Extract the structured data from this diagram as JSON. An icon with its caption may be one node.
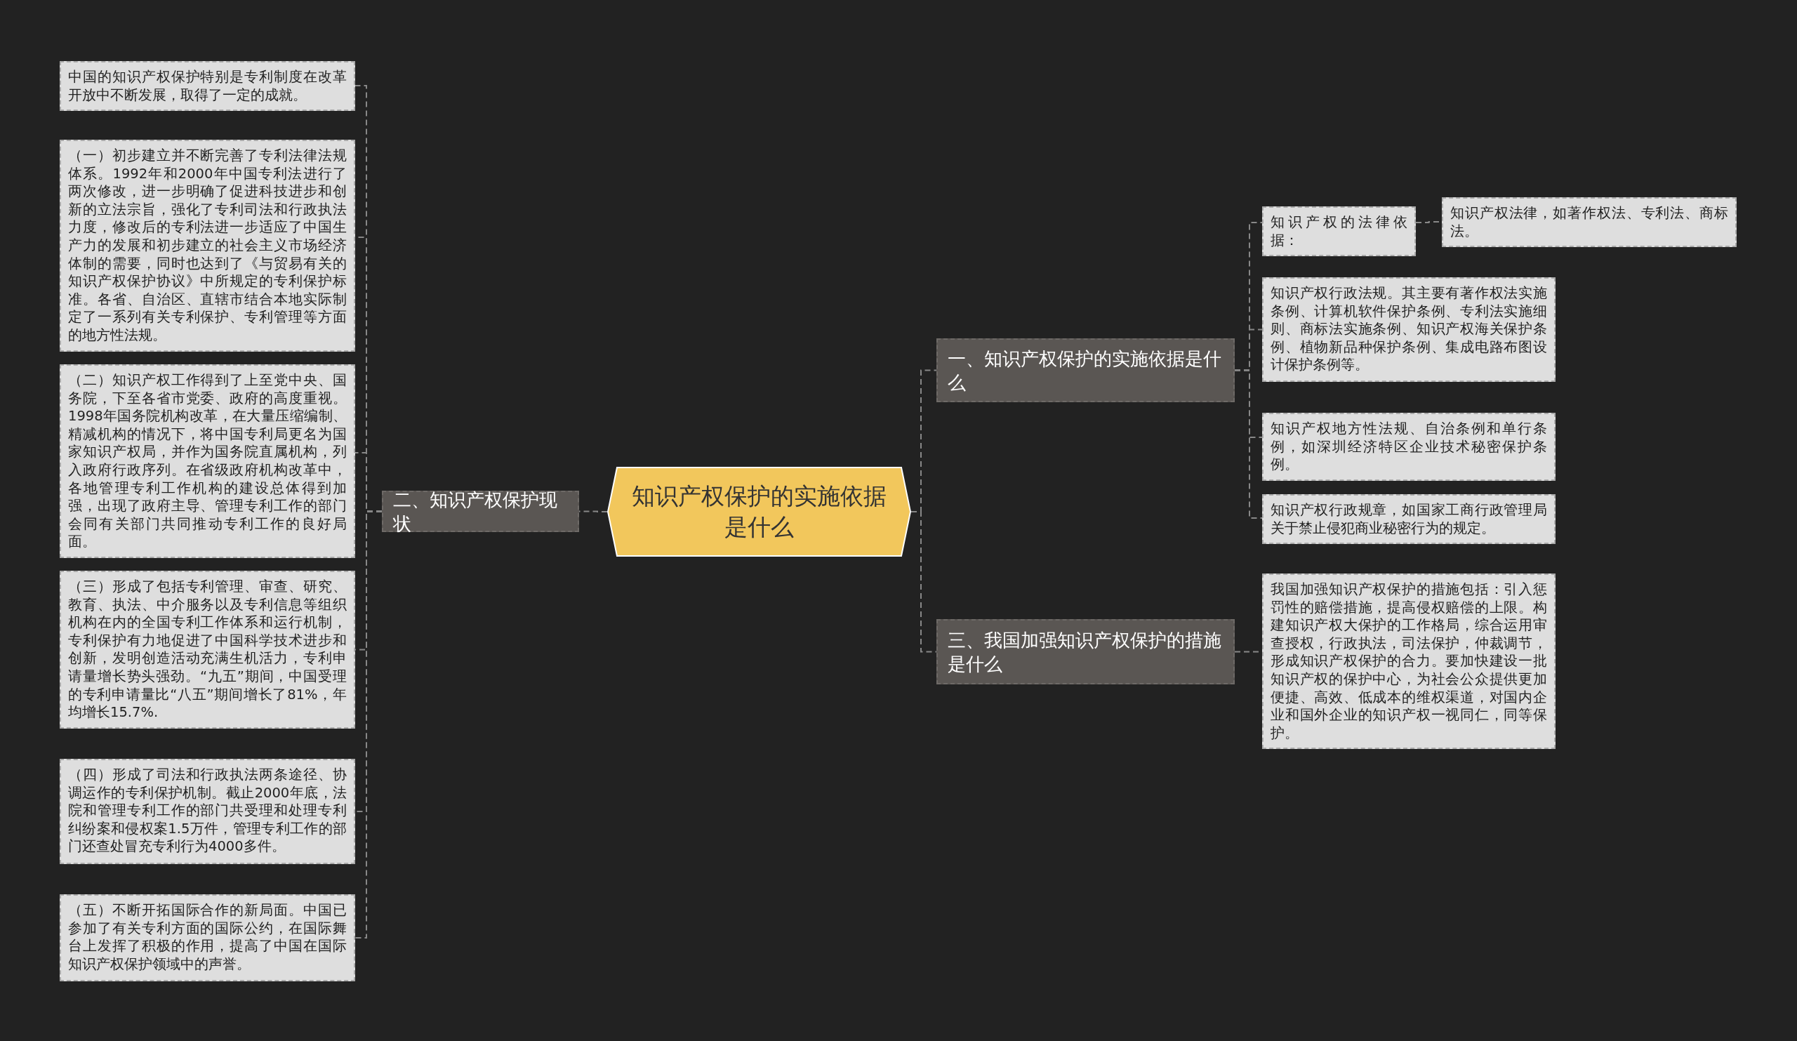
{
  "diagram": {
    "nodes": [
      {
        "text": [
          "知识产权保护的实施依据是什么"
        ]
      },
      {
        "text": [
          "一、知识产权保护的实施依据是什么"
        ]
      },
      {
        "text": [
          "二、知识产权保护现状"
        ]
      },
      {
        "text": [
          "三、我国加强知识产权保护的措施是什么"
        ]
      },
      {
        "text": [
          "知识产权的法律依据："
        ]
      },
      {
        "text": [
          "知识产权法律，如著作权法、专利法、商标法。"
        ]
      },
      {
        "text": [
          "知识产权行政法规。其主要有著作权法实施条例、计算机软件保护条例、专利法实施细则、商标法实施条例、知识产权海关保护条例、植物新品种保护条例、集成电路布图设计保护条例等。"
        ]
      },
      {
        "text": [
          "知识产权地方性法规、自治条例和单行条例，如深圳经济特区企业技术秘密保护条例。"
        ]
      },
      {
        "text": [
          "知识产权行政规章，如国家工商行政管理局关于禁止侵犯商业秘密行为的规定。"
        ]
      },
      {
        "text": [
          "我国加强知识产权保护的措施包括：引入惩罚性的赔偿措施，提高侵权赔偿的上限。构建知识产权大保护的工作格局，综合运用审查授权，行政执法，司法保护，仲裁调节，形成知识产权保护的合力。要加快建设一批知识产权的保护中心，为社会公众提供更加便捷、高效、低成本的维权渠道，对国内企业和国外企业的知识产权一视同仁，同等保护。"
        ]
      },
      {
        "text": [
          "中国的知识产权保护特别是专利制度在改革开放中不断发展，取得了一定的成就。"
        ]
      },
      {
        "text": [
          "（一）初步建立并不断完善了专利法律法规体系。1992年和2000年中国专利法进行了两次修改，进一步明确了促进科技进步和创新的立法宗旨，强化了专利司法和行政执法力度，修改后的专利法进一步适应了中国生产力的发展和初步建立的社会主义市场经济体制的需要，同时也达到了《与贸易有关的知识产权保护协议》中所规定的专利保护标准。各省、自治区、直辖市结合本地实际制定了一系列有关专利保护、专利管理等方面的地方性法规。"
        ]
      },
      {
        "text": [
          "（二）知识产权工作得到了上至党中央、国务院，下至各省市党委、政府的高度重视。1998年国务院机构改革，在大量压缩编制、精减机构的情况下，将中国专利局更名为国家知识产权局，并作为国务院直属机构，列入政府行政序列。在省级政府机构改革中，各地管理专利工作机构的建设总体得到加强，出现了政府主导、管理专利工作的部门会同有关部门共同推动专利工作的良好局面。"
        ]
      },
      {
        "text": [
          "（三）形成了包括专利管理、审查、研究、教育、执法、中介服务以及专利信息等组织机构在内的全国专利工作体系和运行机制，专利保护有力地促进了中国科学技术进步和创新，发明创造活动充满生机活力，专利申请量增长势头强劲。“九五”期间，中国受理的专利申请量比“八五”期间增长了81%，年均增长15.7%."
        ]
      },
      {
        "text": [
          "（四）形成了司法和行政执法两条途径、协调运作的专利保护机制。截止2000年底，法院和管理专利工作的部门共受理和处理专利纠纷案和侵权案1.5万件，管理专利工作的部门还查处冒充专利行为4000多件。"
        ]
      },
      {
        "text": [
          "（五）不断开拓国际合作的新局面。中国已参加了有关专利方面的国际公约，在国际舞台上发挥了积极的作用，提高了中国在国际知识产权保护领域中的声誉。"
        ]
      }
    ],
    "edges": [
      {
        "from": 0,
        "to": 1,
        "arrow": "none"
      },
      {
        "from": 0,
        "to": 2,
        "arrow": "none"
      },
      {
        "from": 0,
        "to": 3,
        "arrow": "none"
      },
      {
        "from": 1,
        "to": 4,
        "arrow": "none"
      },
      {
        "from": 4,
        "to": 5,
        "arrow": "none"
      },
      {
        "from": 1,
        "to": 6,
        "arrow": "none"
      },
      {
        "from": 1,
        "to": 7,
        "arrow": "none"
      },
      {
        "from": 1,
        "to": 8,
        "arrow": "none"
      },
      {
        "from": 3,
        "to": 9,
        "arrow": "none"
      },
      {
        "from": 2,
        "to": 10,
        "arrow": "none"
      },
      {
        "from": 2,
        "to": 11,
        "arrow": "none"
      },
      {
        "from": 2,
        "to": 12,
        "arrow": "none"
      },
      {
        "from": 2,
        "to": 13,
        "arrow": "none"
      },
      {
        "from": 2,
        "to": 14,
        "arrow": "none"
      },
      {
        "from": 2,
        "to": 15,
        "arrow": "none"
      }
    ]
  }
}
